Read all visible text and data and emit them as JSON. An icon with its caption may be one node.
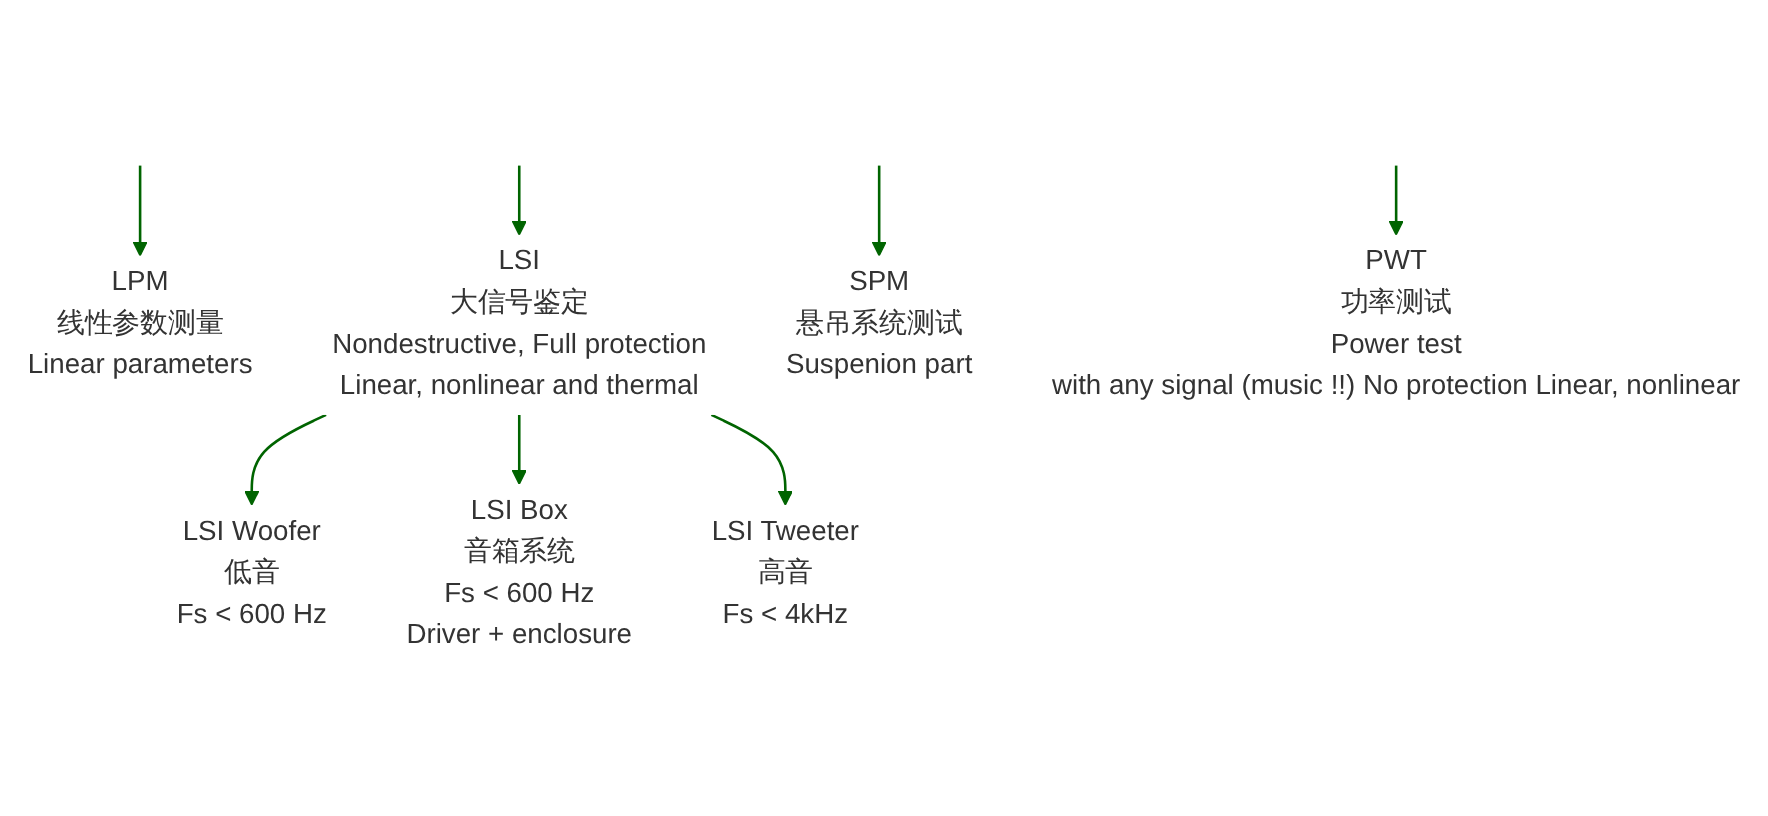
{
  "diagram": {
    "nodes": [
      {
        "text": [
          "LPM",
          "线性参数测量",
          "Linear parameters"
        ]
      },
      {
        "text": [
          "LSI",
          "大信号鉴定",
          "Nondestructive, Full protection",
          "Linear, nonlinear and thermal"
        ]
      },
      {
        "text": [
          "LSI Woofer",
          "低音",
          "Fs < 600 Hz"
        ]
      },
      {
        "text": [
          "LSI Tweeter",
          "高音",
          "Fs < 4kHz"
        ]
      },
      {
        "text": [
          "LSI Box",
          "音箱系统",
          "Fs < 600 Hz",
          "Driver + enclosure"
        ]
      },
      {
        "text": [
          "SPM",
          "悬吊系统测试",
          "Suspenion part"
        ]
      },
      {
        "text": [
          "PWT",
          "功率测试",
          "Power test",
          "with any signal (music !!) No protection Linear, nonlinear"
        ]
      }
    ],
    "edges": [
      {
        "from": null,
        "to": 0,
        "arrow": "to"
      },
      {
        "from": null,
        "to": 1,
        "arrow": "to"
      },
      {
        "from": null,
        "to": 5,
        "arrow": "to"
      },
      {
        "from": null,
        "to": 6,
        "arrow": "to"
      },
      {
        "from": 1,
        "to": 2,
        "arrow": "to"
      },
      {
        "from": 1,
        "to": 4,
        "arrow": "to"
      },
      {
        "from": 1,
        "to": 3,
        "arrow": "to"
      }
    ]
  }
}
